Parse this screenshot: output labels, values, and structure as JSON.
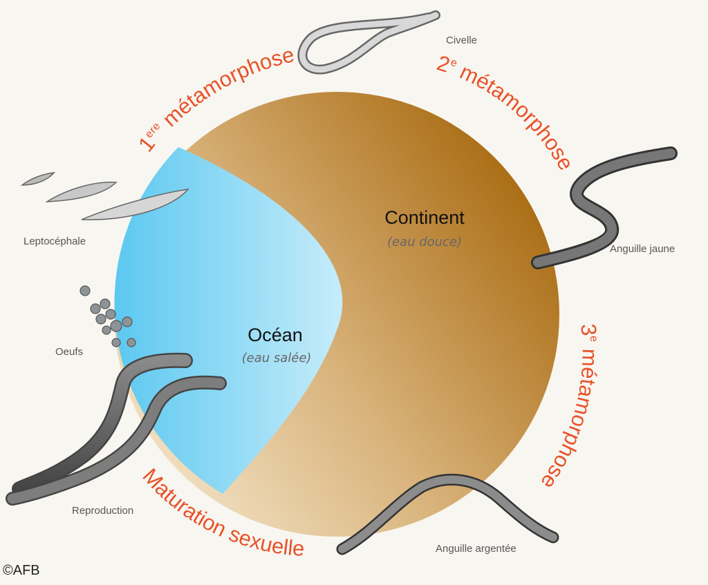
{
  "colors": {
    "background": "#f8f6f0",
    "ocean_light": "#c6ecfa",
    "ocean_dark": "#5cc8f0",
    "continent_light": "#eed9b8",
    "continent_dark": "#a86a10",
    "phase_label": "#e8522a"
  },
  "zones": {
    "ocean": {
      "title": "Océan",
      "subtitle": "(eau salée)"
    },
    "continent": {
      "title": "Continent",
      "subtitle": "(eau douce)"
    }
  },
  "phases": {
    "first": {
      "num": "1",
      "sup": "ere",
      "text": " métamorphose"
    },
    "second": {
      "num": "2",
      "sup": "e",
      "text": " métamorphose"
    },
    "third": {
      "num": "3",
      "sup": "e",
      "text": " métamorphose"
    },
    "maturation": {
      "text": "Maturation sexuelle"
    }
  },
  "stages": {
    "civelle": "Civelle",
    "anguille_jaune": "Anguille jaune",
    "anguille_argentee": "Anguille argentée",
    "reproduction": "Reproduction",
    "oeufs": "Oeufs",
    "leptocephale": "Leptocéphale"
  },
  "copyright": "©AFB"
}
